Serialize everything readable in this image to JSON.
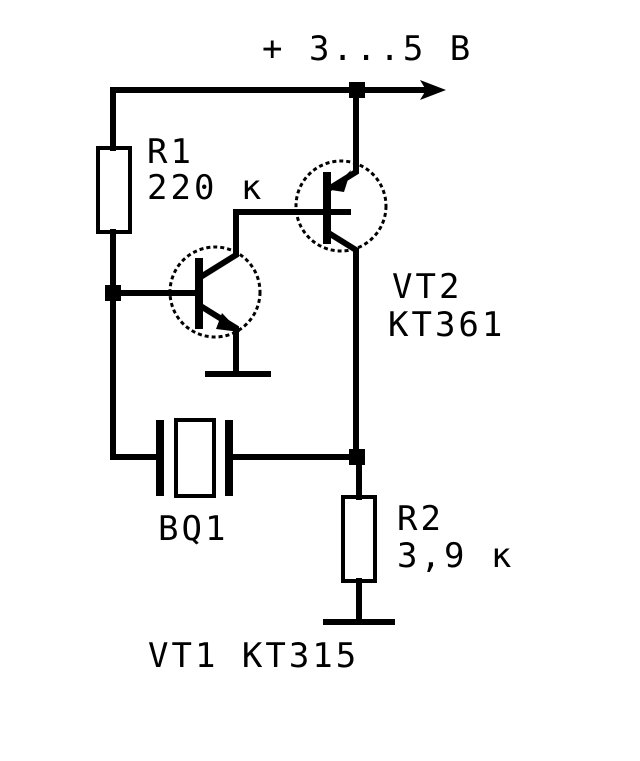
{
  "supply": {
    "label": "+ 3...5 В"
  },
  "components": {
    "r1": {
      "ref": "R1",
      "value": "220 к"
    },
    "r2": {
      "ref": "R2",
      "value": "3,9 к"
    },
    "vt2": {
      "ref": "VT2",
      "type": "КТ361"
    },
    "bq1": {
      "ref": "BQ1"
    },
    "vt1_note": "VT1 КТ315"
  }
}
